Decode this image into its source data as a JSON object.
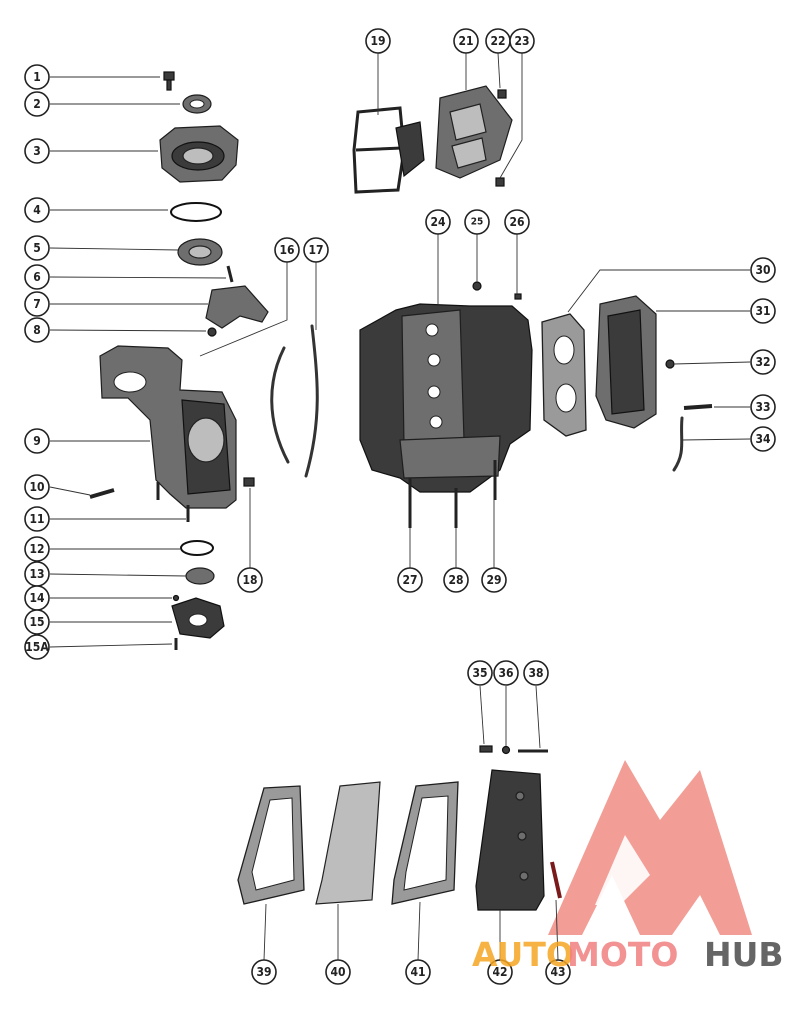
{
  "callouts": [
    "1",
    "2",
    "3",
    "4",
    "5",
    "6",
    "7",
    "8",
    "9",
    "10",
    "11",
    "12",
    "13",
    "14",
    "15",
    "15A",
    "16",
    "17",
    "18",
    "19",
    "21",
    "22",
    "23",
    "24",
    "25",
    "26",
    "27",
    "28",
    "29",
    "30",
    "31",
    "32",
    "33",
    "34",
    "35",
    "36",
    "38",
    "39",
    "40",
    "41",
    "42",
    "43"
  ],
  "watermark": {
    "part1": "AUTO",
    "part2": "MOTO",
    "part3": "HUB",
    "colors": {
      "auto": "#f5a623",
      "moto": "#f08080",
      "hub": "#555555"
    }
  }
}
